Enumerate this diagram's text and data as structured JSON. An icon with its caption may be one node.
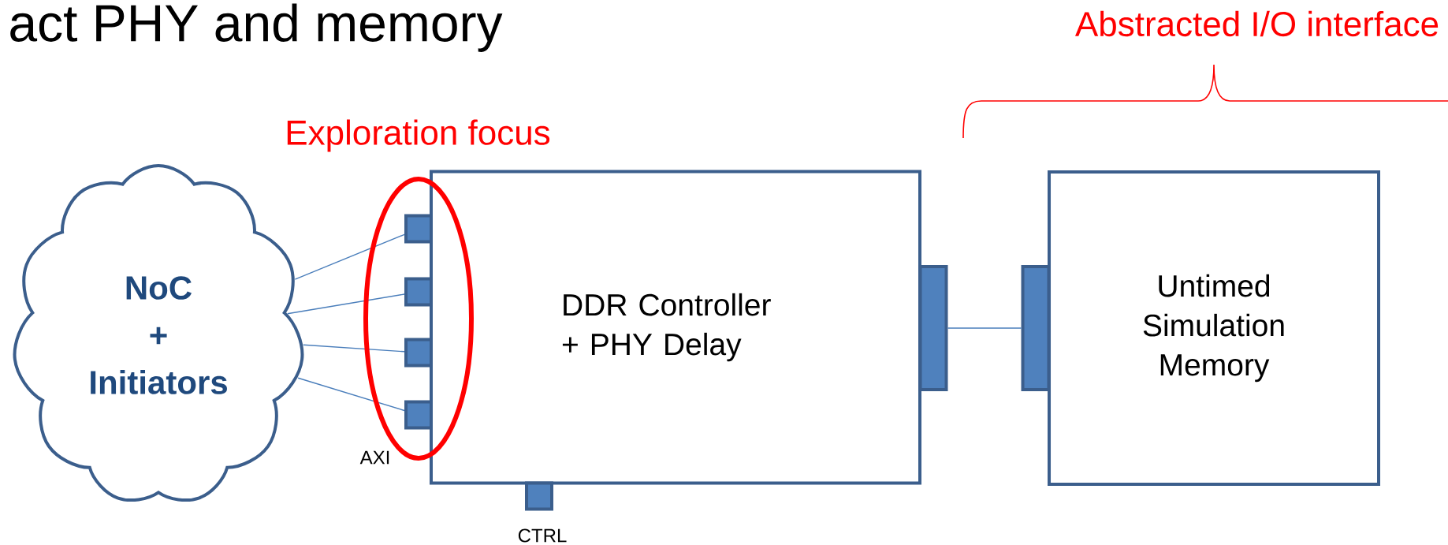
{
  "diagram": {
    "title": "act PHY and memory",
    "nodes": [
      {
        "text": [
          "NoC",
          "+",
          "Initiators"
        ]
      },
      {
        "text": [
          "DDR Controller + PHY Delay"
        ]
      },
      {
        "text": [],
        "shape": "box"
      },
      {
        "text": [],
        "shape": "box"
      },
      {
        "text": [],
        "shape": "box"
      },
      {
        "text": [],
        "shape": "box"
      },
      {
        "text": [],
        "shape": "box",
        "beside": [
          "CTRL"
        ]
      },
      {
        "text": [],
        "shape": "box"
      },
      {
        "text": [],
        "shape": "box"
      },
      {
        "text": [
          "Untimed Simulation Memory"
        ]
      }
    ],
    "edges": [
      {
        "from": 0,
        "to": 2,
        "arrow": "none"
      },
      {
        "from": 0,
        "to": 3,
        "arrow": "none"
      },
      {
        "from": 0,
        "to": 4,
        "arrow": "none"
      },
      {
        "from": 0,
        "to": 5,
        "arrow": "none"
      },
      {
        "from": 7,
        "to": 8,
        "arrow": "none"
      }
    ],
    "labels": [
      "Exploration focus",
      "Abstracted I/O interface",
      "AXI"
    ]
  }
}
